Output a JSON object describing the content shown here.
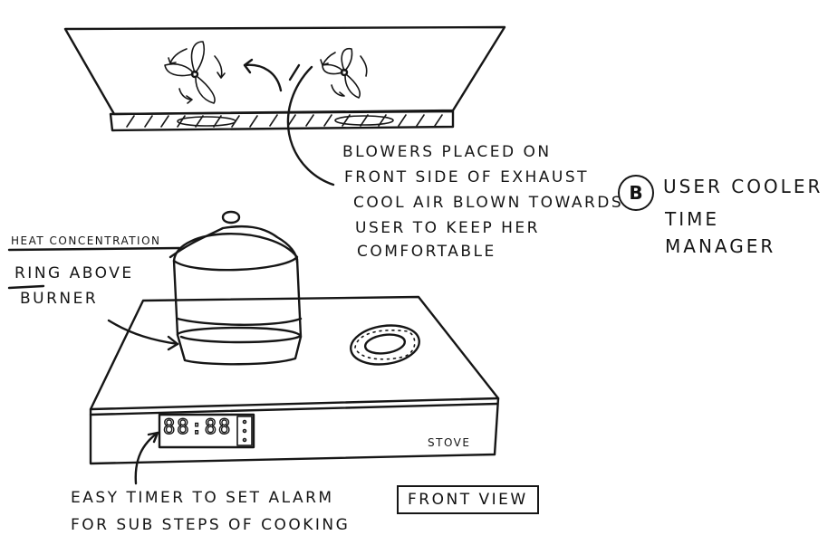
{
  "annotations": {
    "blowers": [
      "BLOWERS PLACED ON",
      "FRONT SIDE OF EXHAUST",
      "COOL AIR BLOWN TOWARDS",
      "USER TO KEEP HER",
      "COMFORTABLE"
    ],
    "heat_ring": {
      "title": "HEAT CONCENTRATION",
      "lines": [
        "RING ABOVE",
        "BURNER"
      ]
    },
    "timer_note": [
      "EASY TIMER TO SET ALARM",
      "FOR SUB STEPS OF COOKING"
    ]
  },
  "badge": {
    "letter": "B",
    "title_lines": [
      "USER COOLER",
      "TIME",
      "MANAGER"
    ]
  },
  "stove_label": "STOVE",
  "timer_display": "88:88",
  "view_label": "FRONT VIEW"
}
